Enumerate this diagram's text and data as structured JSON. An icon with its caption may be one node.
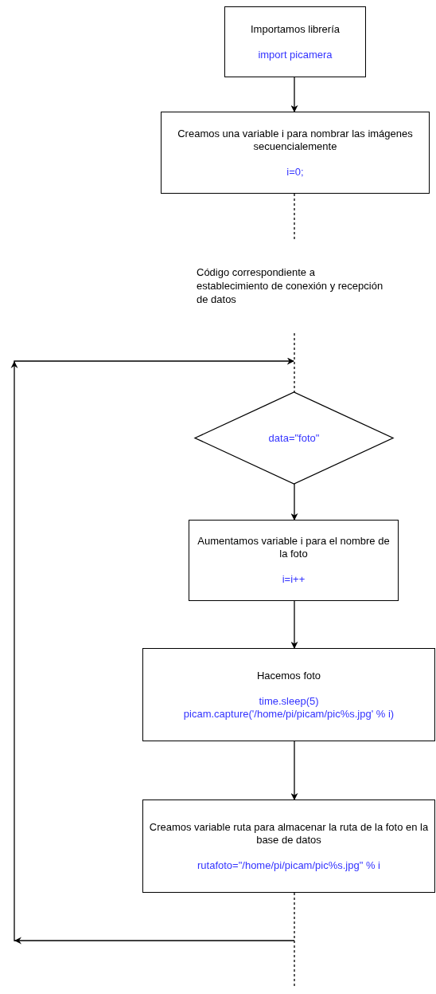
{
  "diagram": {
    "nodes": [
      {
        "text": [
          "Importamos librería",
          "import picamera"
        ]
      },
      {
        "text": [
          "Creamos una variable i para nombrar las imágenes secuencialemente",
          "i=0;"
        ]
      },
      {
        "text": [
          "data=\"foto\""
        ]
      },
      {
        "text": [
          "Aumentamos variable i para el nombre de la foto",
          "i=i++"
        ]
      },
      {
        "text": [
          "Hacemos foto",
          "time.sleep(5)",
          "picam.capture('/home/pi/picam/pic%s.jpg' % i)"
        ]
      },
      {
        "text": [
          "Creamos variable ruta para almacenar la ruta de la foto en la base de datos",
          "rutafoto=\"/home/pi/picam/pic%s.jpg\" % i"
        ]
      }
    ],
    "edges": [
      {
        "from": 0,
        "to": 1,
        "arrow": "to"
      },
      {
        "from": 1,
        "to": null,
        "arrow": "none",
        "style": "dashed"
      },
      {
        "from": null,
        "to": 2,
        "arrow": "none",
        "style": "dashed"
      },
      {
        "from": 2,
        "to": 3,
        "arrow": "to"
      },
      {
        "from": 3,
        "to": 4,
        "arrow": "to"
      },
      {
        "from": 4,
        "to": 5,
        "arrow": "to"
      },
      {
        "from": 5,
        "to": null,
        "arrow": "none",
        "style": "dashed"
      },
      {
        "from": 5,
        "to": 2,
        "arrow": "to"
      }
    ],
    "labels": [
      "Código correspondiente a establecimiento de conexión y recepción de datos"
    ]
  }
}
